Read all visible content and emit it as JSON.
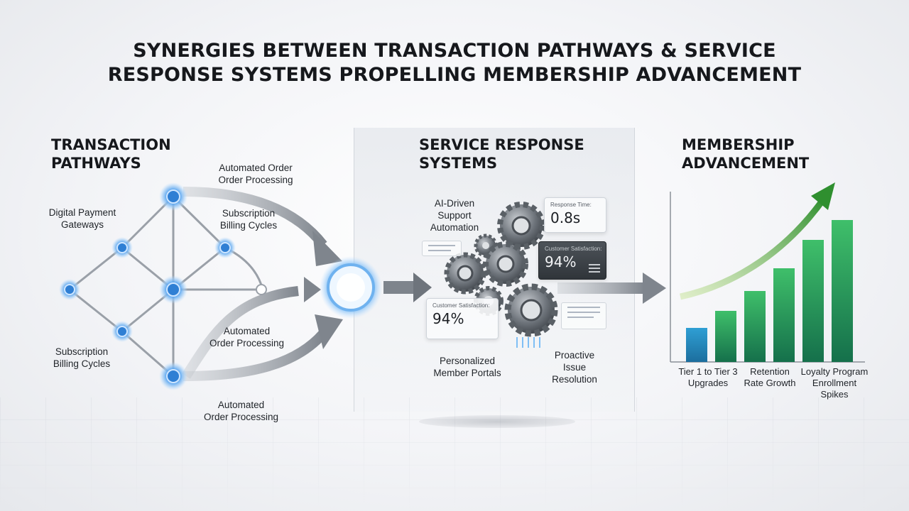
{
  "title": {
    "line1": "SYNERGIES BETWEEN TRANSACTION PATHWAYS & SERVICE",
    "line2": "RESPONSE SYSTEMS PROPELLING MEMBERSHIP ADVANCEMENT"
  },
  "transaction": {
    "title1": "TRANSACTION",
    "title2": "PATHWAYS",
    "labels": {
      "auto_order_top": [
        "Automated Order",
        "Order Processing"
      ],
      "subscription_top": [
        "Subscription",
        "Billing Cycles"
      ],
      "digital_payment": [
        "Digital Payment",
        "Gateways"
      ],
      "auto_order_mid": [
        "Automated",
        "Order Processing"
      ],
      "subscription_bottom": [
        "Subscription",
        "Billing Cycles"
      ],
      "auto_order_bottom": [
        "Automated",
        "Order Processing"
      ]
    }
  },
  "service": {
    "title1": "SERVICE RESPONSE",
    "title2": "SYSTEMS",
    "ai_label": [
      "AI-Driven",
      "Support",
      "Automation"
    ],
    "portals_label": [
      "Personalized",
      "Member Portals"
    ],
    "proactive_label": [
      "Proactive",
      "Issue",
      "Resolution"
    ],
    "cards": {
      "response_time": {
        "title": "Response Time:",
        "value": "0.8s"
      },
      "satisfaction_dark": {
        "title": "Customer Satisfaction:",
        "value": "94%"
      },
      "satisfaction_light": {
        "title": "Customer Satisfaction:",
        "value": "94%"
      }
    }
  },
  "membership": {
    "title1": "MEMBERSHIP",
    "title2": "ADVANCEMENT",
    "categories": [
      [
        "Tier 1 to Tier 3",
        "Upgrades"
      ],
      [
        "Retention",
        "Rate Growth"
      ],
      [
        "Loyalty Program",
        "Enrollment",
        "Spikes"
      ]
    ]
  },
  "colors": {
    "node_blue": "#3b8fe6",
    "bar_green": "#2aa35a",
    "bar_blue": "#2a86b8",
    "arrow_gray": "#8e949c",
    "trend_green": "#3d9a3a"
  },
  "chart_data": {
    "type": "bar",
    "bars": [
      12,
      18,
      25,
      33,
      43,
      50
    ],
    "ylim": [
      0,
      60
    ],
    "trend": "increasing"
  }
}
